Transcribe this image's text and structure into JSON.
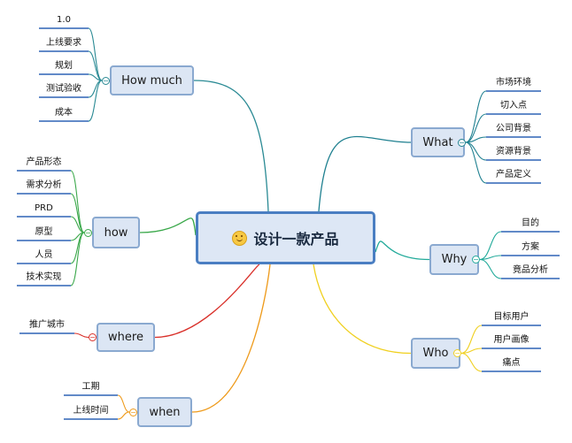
{
  "map": {
    "title": "设计一款产品",
    "center_icon": "smile-emoji-icon",
    "branches": [
      {
        "id": "howmuch",
        "label": "How much",
        "color": "#2a8a94",
        "toggle": "−",
        "leaves": [
          "1.0",
          "上线要求",
          "规划",
          "测试验收",
          "成本"
        ]
      },
      {
        "id": "how",
        "label": "how",
        "color": "#3aa84a",
        "toggle": "−",
        "leaves": [
          "产品形态",
          "需求分析",
          "PRD",
          "原型",
          "人员",
          "技术实现"
        ]
      },
      {
        "id": "where",
        "label": "where",
        "color": "#d9302a",
        "toggle": "−",
        "leaves": [
          "推广城市"
        ]
      },
      {
        "id": "when",
        "label": "when",
        "color": "#ee9a1a",
        "toggle": "−",
        "leaves": [
          "工期",
          "上线时间"
        ]
      },
      {
        "id": "what",
        "label": "What",
        "color": "#1f8090",
        "toggle": "−",
        "leaves": [
          "市场环境",
          "切入点",
          "公司背景",
          "资源背景",
          "产品定义"
        ]
      },
      {
        "id": "why",
        "label": "Why",
        "color": "#22aa9a",
        "toggle": "−",
        "leaves": [
          "目的",
          "方案",
          "竟品分析"
        ]
      },
      {
        "id": "who",
        "label": "Who",
        "color": "#f0d020",
        "toggle": "−",
        "leaves": [
          "目标用户",
          "用户画像",
          "痛点"
        ]
      }
    ]
  }
}
